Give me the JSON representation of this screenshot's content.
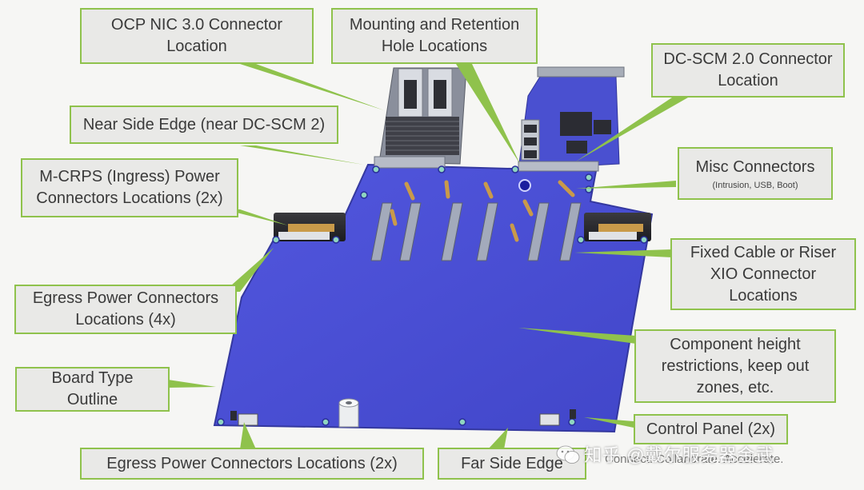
{
  "title": "",
  "colors": {
    "board": "#4a4fd6",
    "board_edge": "#3a3fb8",
    "callout_border": "#8fc24c",
    "callout_fill": "#e9e9e7",
    "connector": "#9aa3b5",
    "gold": "#c99a4a"
  },
  "callouts": {
    "ocp_nic": [
      "OCP NIC 3.0 Connector",
      "Location"
    ],
    "mounting": [
      "Mounting and Retention",
      "Hole Locations"
    ],
    "dcscm": [
      "DC-SCM 2.0 Connector",
      "Location"
    ],
    "near_side": [
      "Near Side Edge (near DC-SCM 2)"
    ],
    "mcrps": [
      "M-CRPS (Ingress) Power",
      "Connectors Locations (2x)"
    ],
    "misc": [
      "Misc Connectors"
    ],
    "misc_sub": "(Intrusion, USB, Boot)",
    "fixed_cable": [
      "Fixed Cable or Riser",
      "XIO Connector",
      "Locations"
    ],
    "egress_left": [
      "Egress Power Connectors",
      "Locations (4x)"
    ],
    "component": [
      "Component height",
      "restrictions, keep out",
      "zones, etc."
    ],
    "board_type": [
      "Board Type",
      "Outline"
    ],
    "control_panel": [
      "Control Panel (2x)"
    ],
    "egress_bottom": [
      "Egress Power Connectors Locations (2x)"
    ],
    "far_side": [
      "Far Side Edge"
    ]
  },
  "watermark": {
    "text": "知乎 @戴尔服务器金武",
    "tagline": "Connect. Collaborate. Accelerate.",
    "icon": "wechat-icon"
  }
}
